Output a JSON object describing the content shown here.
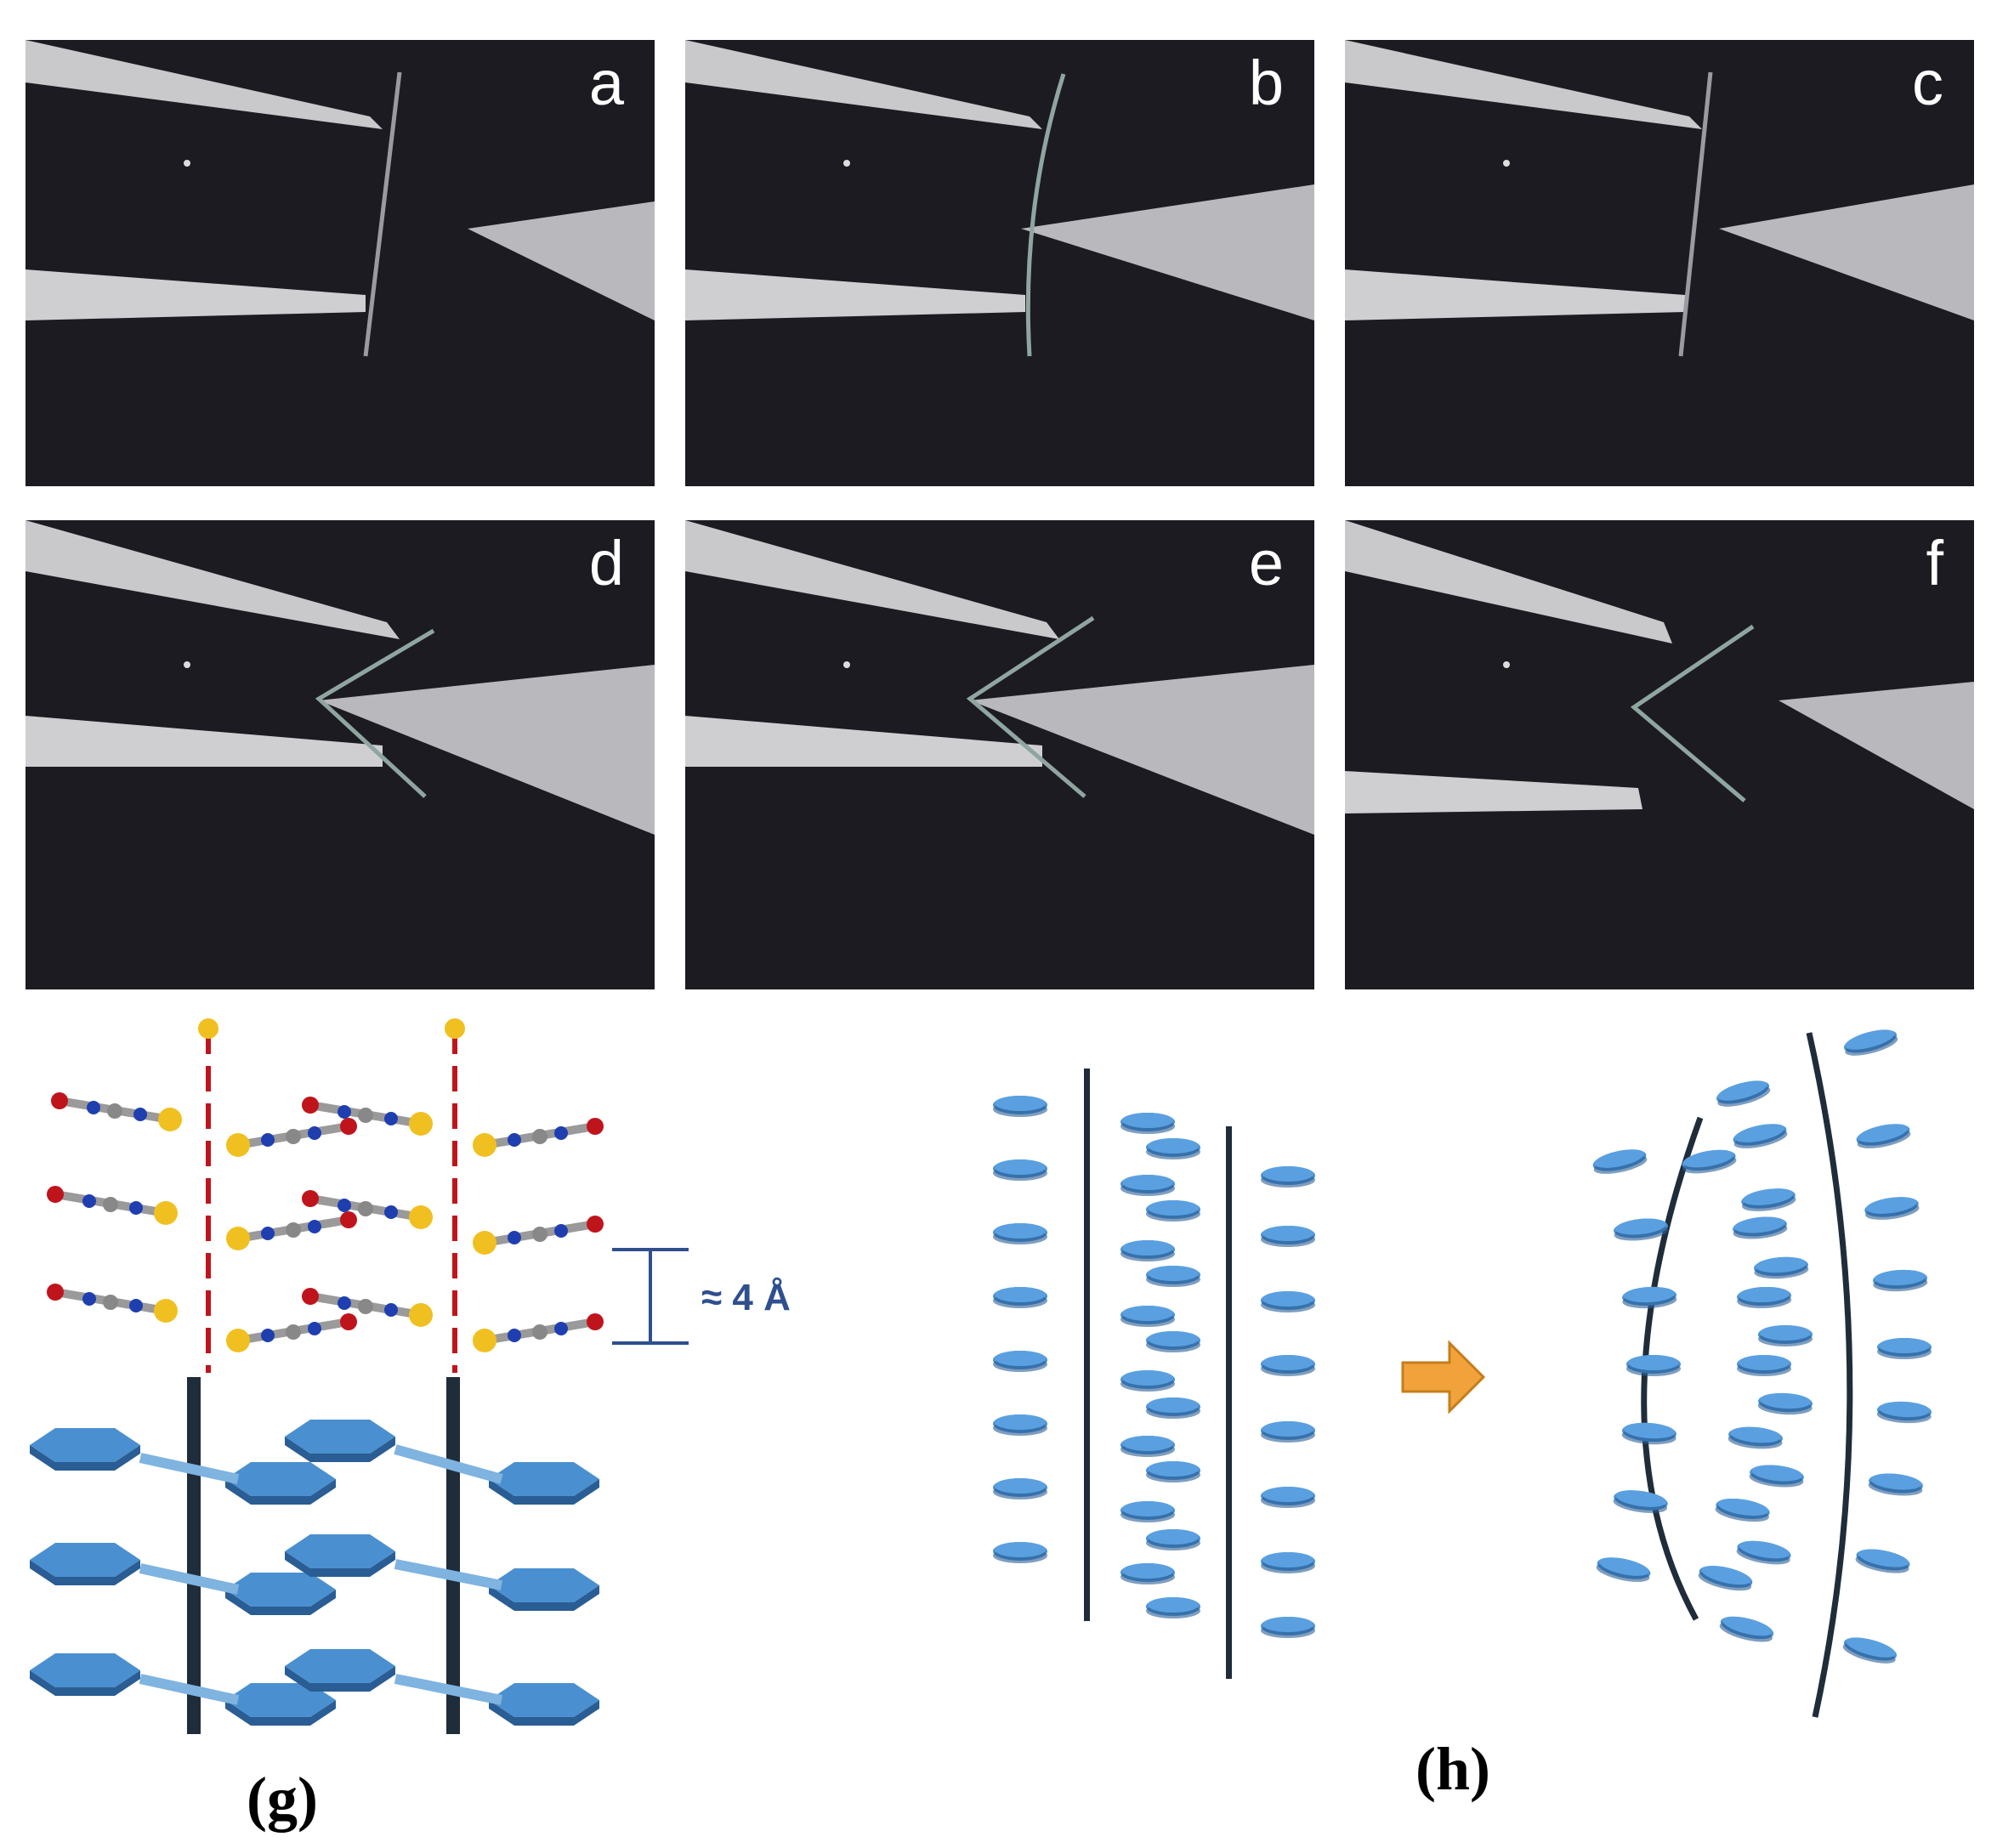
{
  "panels": [
    {
      "letter": "a",
      "stage": "straight"
    },
    {
      "letter": "b",
      "stage": "pressed"
    },
    {
      "letter": "c",
      "stage": "released"
    },
    {
      "letter": "d",
      "stage": "bent"
    },
    {
      "letter": "e",
      "stage": "bent-more"
    },
    {
      "letter": "f",
      "stage": "released-bent"
    }
  ],
  "panel_g": {
    "caption": "(g)",
    "spacing_label": "≈ 4 Å"
  },
  "panel_h": {
    "caption": "(h)"
  },
  "colors": {
    "photo_bg": "#1c1b22",
    "molecule_blue": "#4a90d0",
    "molecule_dark": "#2a5d94",
    "chain_dark": "#1f2d3a",
    "arrow_orange": "#f2a23a",
    "atom_metal": "#f0c020",
    "atom_oxygen": "#c0141c",
    "atom_nitrogen": "#1f3fb0",
    "atom_carbon": "#888888"
  }
}
